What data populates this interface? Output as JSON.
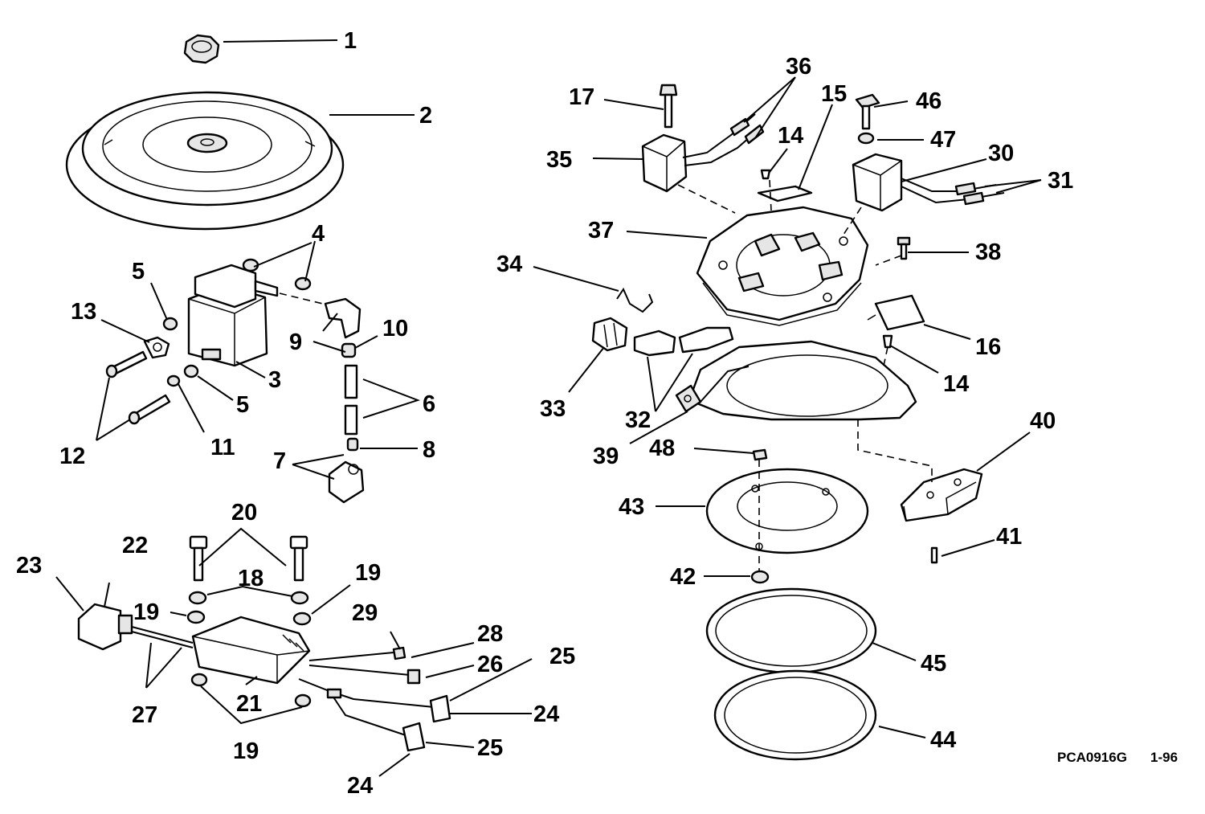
{
  "diagram": {
    "drawing_code": "PCA0916G",
    "revision": "1-96",
    "callouts": {
      "c1": "1",
      "c2": "2",
      "c3": "3",
      "c4": "4",
      "c5a": "5",
      "c5b": "5",
      "c6": "6",
      "c7": "7",
      "c8": "8",
      "c9": "9",
      "c10": "10",
      "c11": "11",
      "c12": "12",
      "c13": "13",
      "c14a": "14",
      "c14b": "14",
      "c15": "15",
      "c16": "16",
      "c17": "17",
      "c18": "18",
      "c19a": "19",
      "c19b": "19",
      "c19c": "19",
      "c20": "20",
      "c21": "21",
      "c22": "22",
      "c23": "23",
      "c24a": "24",
      "c24b": "24",
      "c25a": "25",
      "c25b": "25",
      "c26": "26",
      "c27": "27",
      "c28": "28",
      "c29": "29",
      "c30": "30",
      "c31": "31",
      "c32": "32",
      "c33": "33",
      "c34": "34",
      "c35": "35",
      "c36": "36",
      "c37": "37",
      "c38": "38",
      "c39": "39",
      "c40": "40",
      "c41": "41",
      "c42": "42",
      "c43": "43",
      "c44": "44",
      "c45": "45",
      "c46": "46",
      "c47": "47",
      "c48": "48"
    }
  }
}
